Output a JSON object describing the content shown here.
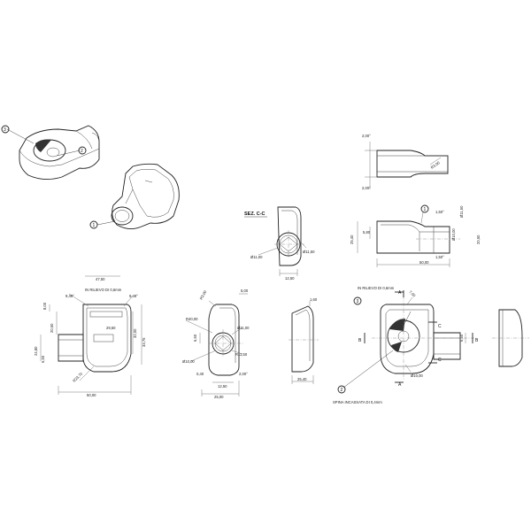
{
  "iso_top": {
    "callouts": [
      "3",
      "2"
    ]
  },
  "iso_bottom": {
    "callouts": [
      "1"
    ]
  },
  "view_top_right": {
    "dims": [
      "2,00°",
      "2,00°",
      "R3,00"
    ]
  },
  "section_cc": {
    "title": "SEZ. C-C",
    "dims": [
      "Ø11,00",
      "Ø11,50",
      "12,50"
    ]
  },
  "view_side_right": {
    "callouts": [
      "1"
    ],
    "dims": [
      "1,50°",
      "Ø11,50",
      "Ø10,00",
      "20,50",
      "1,50°",
      "5,80",
      "25,40",
      "50,00"
    ]
  },
  "view_plan_left": {
    "labels": [
      "IN RILIEVO DI 0,6mm"
    ],
    "dims": [
      "47,50",
      "9,49°",
      "9,49°",
      "8,00",
      "20,50",
      "29,50",
      "32,00",
      "33,75",
      "24,80",
      "6,50",
      "R23,70",
      "50,00"
    ]
  },
  "view_end_center": {
    "dims": [
      "R3,00",
      "5,00",
      "R40,00",
      "Ø11,00",
      "6,50",
      "R11,50",
      "Ø10,00",
      "12,50",
      "0,40",
      "2,00°",
      "25,00"
    ]
  },
  "view_side_center": {
    "dims": [
      "1,60",
      "25,40"
    ]
  },
  "view_plan_right": {
    "labels": [
      "IN RILIEVO DI 0,6mm",
      "SPINA INCASSATA DI 0,4mm"
    ],
    "callouts": [
      "3",
      "2"
    ],
    "section_letters": [
      "A",
      "A",
      "B",
      "B",
      "C",
      "C"
    ],
    "dims": [
      "7,00",
      "6,50",
      "Ø10,00"
    ]
  }
}
